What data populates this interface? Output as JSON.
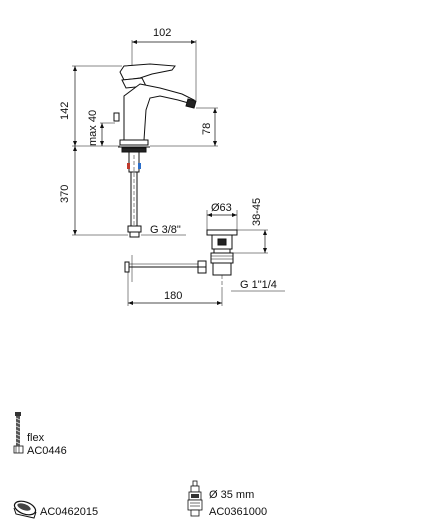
{
  "dimensions": {
    "width_top": "102",
    "height_total": "142",
    "max_height": "max 40",
    "spout_height": "78",
    "hose_length": "370",
    "thread_inlet": "G 3/8\"",
    "drain_diameter": "Ø63",
    "drain_range": "38-45",
    "drain_thread": "G 1\"1/4",
    "rod_length": "180"
  },
  "spare_parts": [
    {
      "icon": "flex-hose-icon",
      "desc": "flex",
      "code": "AC0446"
    },
    {
      "icon": "aerator-icon",
      "desc": "",
      "code": "AC0462015"
    },
    {
      "icon": "cartridge-icon",
      "desc": "Ø 35 mm",
      "code": "AC0361000"
    }
  ]
}
